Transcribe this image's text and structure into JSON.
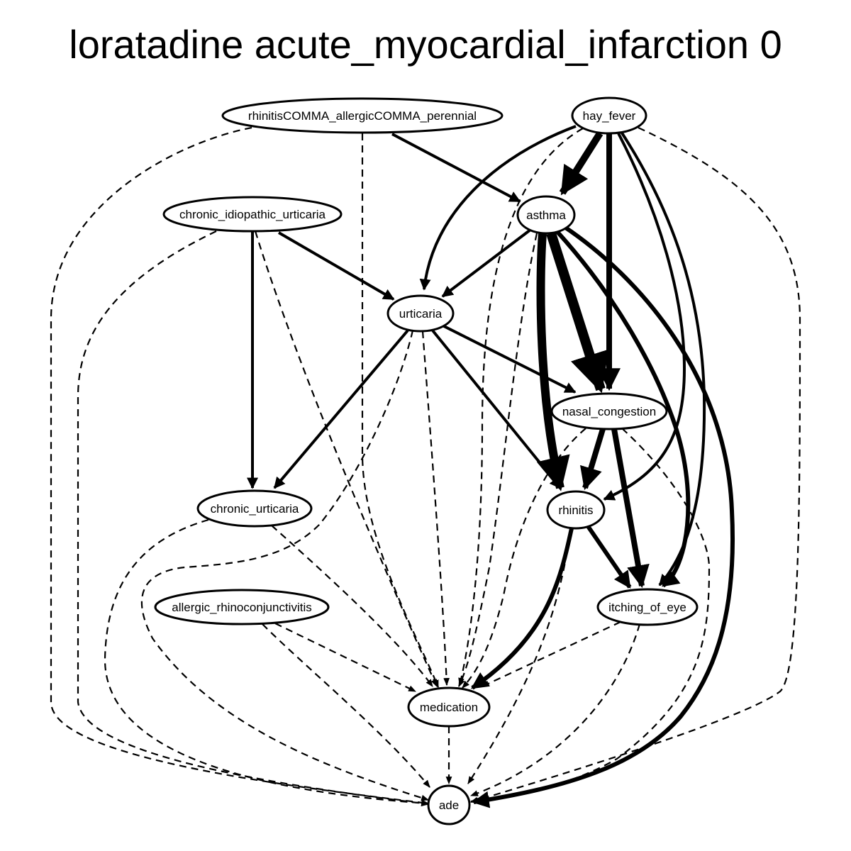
{
  "title": "loratadine acute_myocardial_infarction 0",
  "colors": {
    "highlight": "#ff0000",
    "default": "#ffffff",
    "stroke": "#000000"
  },
  "nodes": {
    "rhinitis_allergic_perennial": {
      "label": "rhinitisCOMMA_allergicCOMMA_perennial",
      "highlight": false
    },
    "hay_fever": {
      "label": "hay_fever",
      "highlight": false
    },
    "chronic_idiopathic_urticaria": {
      "label": "chronic_idiopathic_urticaria",
      "highlight": false
    },
    "asthma": {
      "label": "asthma",
      "highlight": false
    },
    "urticaria": {
      "label": "urticaria",
      "highlight": false
    },
    "nasal_congestion": {
      "label": "nasal_congestion",
      "highlight": false
    },
    "chronic_urticaria": {
      "label": "chronic_urticaria",
      "highlight": false
    },
    "rhinitis": {
      "label": "rhinitis",
      "highlight": false
    },
    "allergic_rhinoconjunctivitis": {
      "label": "allergic_rhinoconjunctivitis",
      "highlight": false
    },
    "itching_of_eye": {
      "label": "itching_of_eye",
      "highlight": false
    },
    "medication": {
      "label": "medication",
      "highlight": true
    },
    "ade": {
      "label": "ade",
      "highlight": true
    }
  },
  "edges": [
    {
      "from": "rhinitis_allergic_perennial",
      "to": "asthma",
      "style": "solid",
      "weight": 4
    },
    {
      "from": "rhinitis_allergic_perennial",
      "to": "medication",
      "style": "dashed",
      "weight": 2
    },
    {
      "from": "rhinitis_allergic_perennial",
      "to": "ade",
      "style": "dashed",
      "weight": 2
    },
    {
      "from": "hay_fever",
      "to": "asthma",
      "style": "solid",
      "weight": 10
    },
    {
      "from": "hay_fever",
      "to": "nasal_congestion",
      "style": "solid",
      "weight": 8
    },
    {
      "from": "hay_fever",
      "to": "urticaria",
      "style": "solid",
      "weight": 4
    },
    {
      "from": "hay_fever",
      "to": "rhinitis",
      "style": "solid",
      "weight": 4
    },
    {
      "from": "hay_fever",
      "to": "itching_of_eye",
      "style": "solid",
      "weight": 4
    },
    {
      "from": "hay_fever",
      "to": "medication",
      "style": "dashed",
      "weight": 2
    },
    {
      "from": "hay_fever",
      "to": "ade",
      "style": "dashed",
      "weight": 2
    },
    {
      "from": "chronic_idiopathic_urticaria",
      "to": "urticaria",
      "style": "solid",
      "weight": 4
    },
    {
      "from": "chronic_idiopathic_urticaria",
      "to": "chronic_urticaria",
      "style": "solid",
      "weight": 4
    },
    {
      "from": "chronic_idiopathic_urticaria",
      "to": "medication",
      "style": "dashed",
      "weight": 2
    },
    {
      "from": "chronic_idiopathic_urticaria",
      "to": "ade",
      "style": "dashed",
      "weight": 2
    },
    {
      "from": "asthma",
      "to": "urticaria",
      "style": "solid",
      "weight": 4
    },
    {
      "from": "asthma",
      "to": "nasal_congestion",
      "style": "solid",
      "weight": 14
    },
    {
      "from": "asthma",
      "to": "rhinitis",
      "style": "solid",
      "weight": 12
    },
    {
      "from": "asthma",
      "to": "itching_of_eye",
      "style": "solid",
      "weight": 6
    },
    {
      "from": "asthma",
      "to": "ade",
      "style": "solid",
      "weight": 6
    },
    {
      "from": "asthma",
      "to": "medication",
      "style": "dashed",
      "weight": 2
    },
    {
      "from": "urticaria",
      "to": "chronic_urticaria",
      "style": "solid",
      "weight": 4
    },
    {
      "from": "urticaria",
      "to": "nasal_congestion",
      "style": "solid",
      "weight": 4
    },
    {
      "from": "urticaria",
      "to": "rhinitis",
      "style": "solid",
      "weight": 4
    },
    {
      "from": "urticaria",
      "to": "medication",
      "style": "dashed",
      "weight": 2
    },
    {
      "from": "urticaria",
      "to": "ade",
      "style": "dashed",
      "weight": 2
    },
    {
      "from": "nasal_congestion",
      "to": "rhinitis",
      "style": "solid",
      "weight": 8
    },
    {
      "from": "nasal_congestion",
      "to": "itching_of_eye",
      "style": "solid",
      "weight": 8
    },
    {
      "from": "nasal_congestion",
      "to": "medication",
      "style": "dashed",
      "weight": 2
    },
    {
      "from": "nasal_congestion",
      "to": "ade",
      "style": "dashed",
      "weight": 2
    },
    {
      "from": "chronic_urticaria",
      "to": "medication",
      "style": "dashed",
      "weight": 2
    },
    {
      "from": "chronic_urticaria",
      "to": "ade",
      "style": "dashed",
      "weight": 2
    },
    {
      "from": "rhinitis",
      "to": "itching_of_eye",
      "style": "solid",
      "weight": 6
    },
    {
      "from": "rhinitis",
      "to": "medication",
      "style": "solid",
      "weight": 6
    },
    {
      "from": "rhinitis",
      "to": "ade",
      "style": "dashed",
      "weight": 2
    },
    {
      "from": "allergic_rhinoconjunctivitis",
      "to": "medication",
      "style": "dashed",
      "weight": 2
    },
    {
      "from": "allergic_rhinoconjunctivitis",
      "to": "ade",
      "style": "dashed",
      "weight": 2
    },
    {
      "from": "itching_of_eye",
      "to": "medication",
      "style": "dashed",
      "weight": 2
    },
    {
      "from": "itching_of_eye",
      "to": "ade",
      "style": "dashed",
      "weight": 2
    },
    {
      "from": "medication",
      "to": "ade",
      "style": "dashed",
      "weight": 2
    }
  ]
}
